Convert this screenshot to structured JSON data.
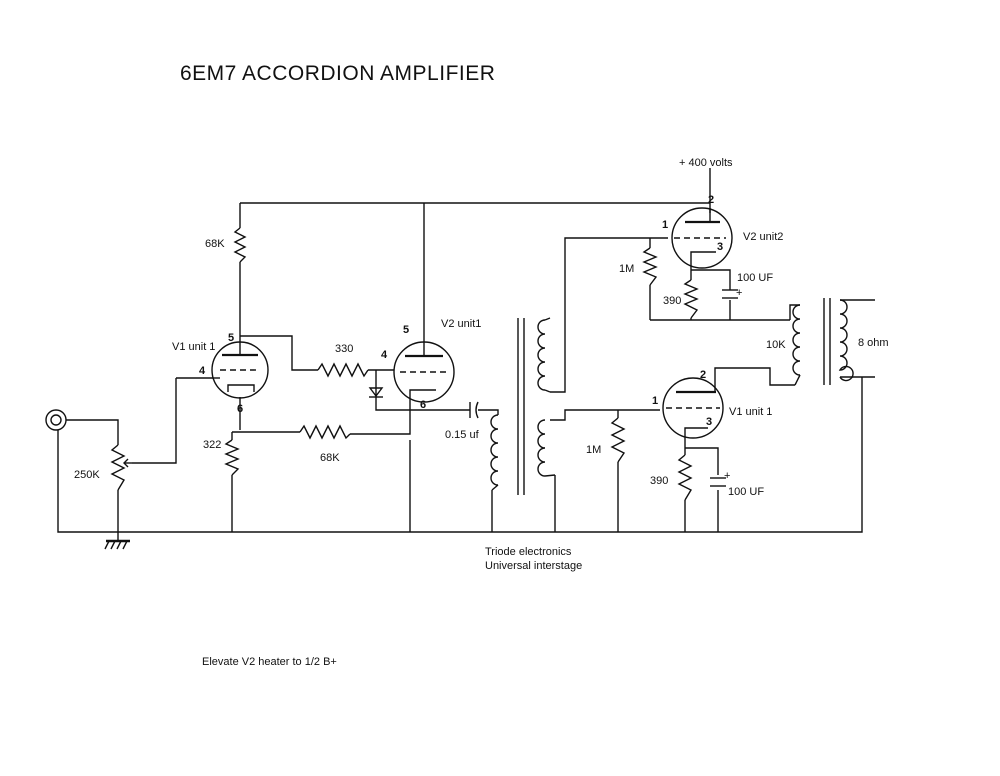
{
  "title": "6EM7 ACCORDION AMPLIFIER",
  "supply": "+ 400 volts",
  "tubes": {
    "v1_unit1_input": {
      "label": "V1 unit 1",
      "pin_plate": "5",
      "pin_grid": "4",
      "pin_cathode": "6"
    },
    "v2_unit1": {
      "label": "V2 unit1",
      "pin_plate": "5",
      "pin_grid": "4",
      "pin_cathode": "6"
    },
    "v2_unit2": {
      "label": "V2 unit2",
      "pin_grid": "1",
      "pin_plate": "2",
      "pin_cathode": "3"
    },
    "v1_unit1_output": {
      "label": "V1 unit 1",
      "pin_grid": "1",
      "pin_plate": "2",
      "pin_cathode": "3"
    }
  },
  "components": {
    "r_plate_v1": "68K",
    "r_330": "330",
    "r_cathode_v1": "322",
    "r_feedback": "68K",
    "pot": "250K",
    "cap_coupling": "0.15 uf",
    "r_grid_top": "1M",
    "r_cathode_top": "390",
    "cap_top": "100 UF",
    "r_grid_bottom": "1M",
    "r_cathode_bottom": "390",
    "cap_bottom": "100 UF",
    "out_primary": "10K",
    "out_secondary": "8 ohm"
  },
  "interstage": {
    "line1": "Triode electronics",
    "line2": "Universal interstage"
  },
  "note": "Elevate V2 heater to 1/2 B+",
  "polarity_plus": "+"
}
